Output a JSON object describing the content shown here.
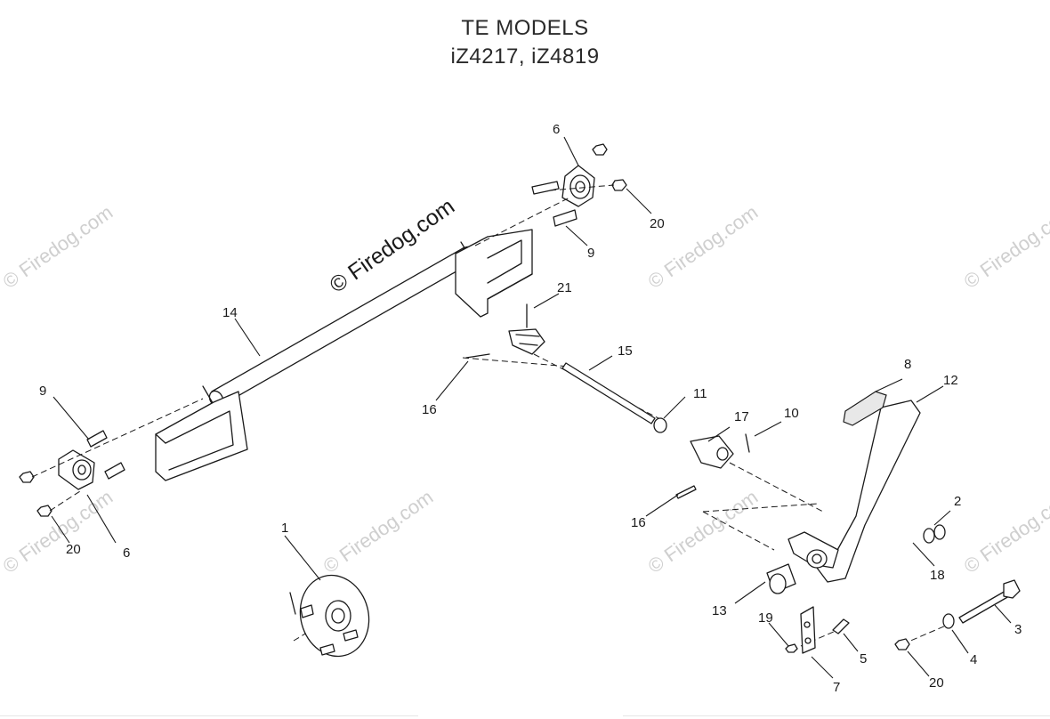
{
  "title": {
    "line1": "TE MODELS",
    "line2": "iZ4217, iZ4819"
  },
  "watermark": {
    "main": "© Firedog.com",
    "faint": "© Firedog.com"
  },
  "callouts": {
    "c1": "1",
    "c2": "2",
    "c3": "3",
    "c4": "4",
    "c5": "5",
    "c6a": "6",
    "c6b": "6",
    "c7": "7",
    "c8": "8",
    "c9a": "9",
    "c9b": "9",
    "c10": "10",
    "c11": "11",
    "c12": "12",
    "c13": "13",
    "c14": "14",
    "c15": "15",
    "c16a": "16",
    "c16b": "16",
    "c17": "17",
    "c18": "18",
    "c19": "19",
    "c20a": "20",
    "c20b": "20",
    "c20c": "20",
    "c21": "21"
  },
  "colors": {
    "line": "#1a1a1a",
    "watermark": "#cfcfcf",
    "background": "#ffffff"
  }
}
